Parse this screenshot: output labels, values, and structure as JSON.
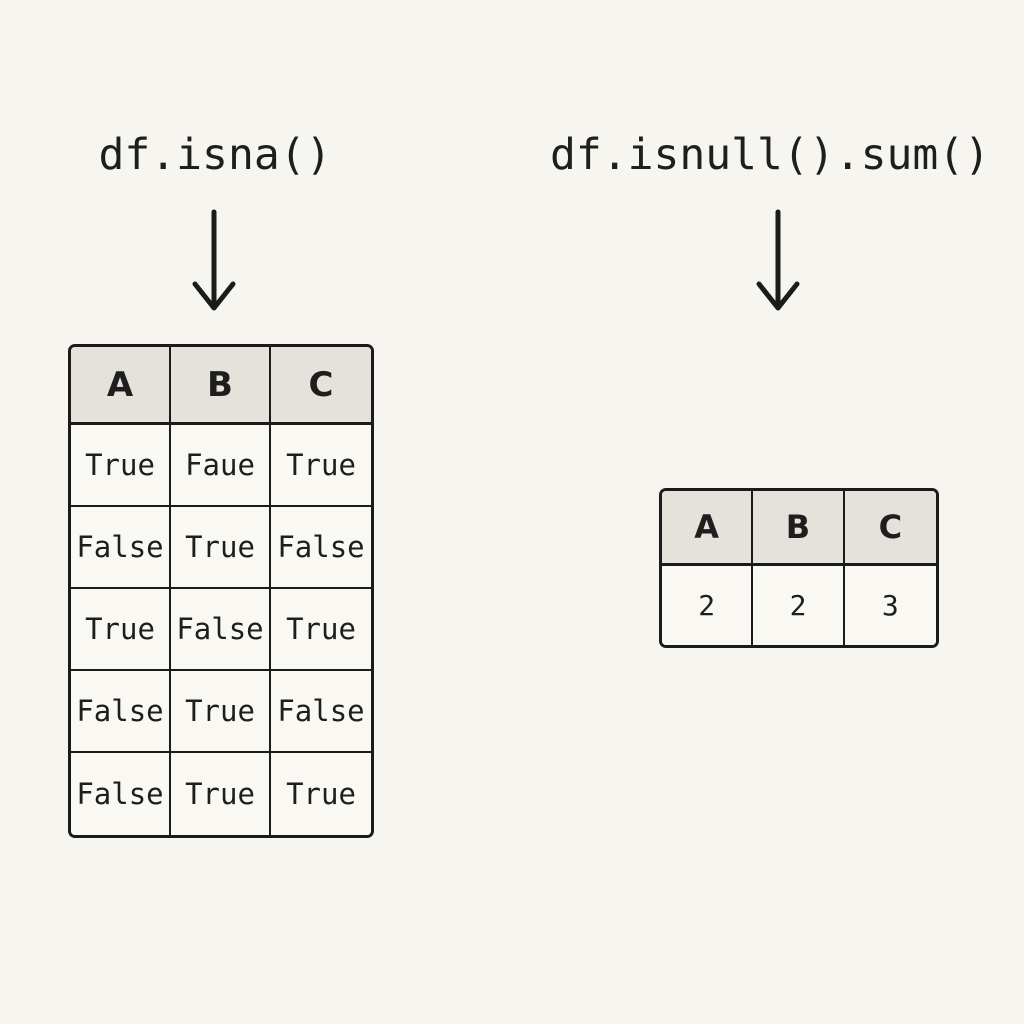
{
  "theme": {
    "bg": "#f7f5ef",
    "header_bg": "#e4e2db",
    "cell_bg": "#f9f8f2",
    "line": "#1b1b1b",
    "text": "#1e1e1e"
  },
  "left_panel": {
    "title": "df.isna()",
    "arrow_icon": "down-arrow",
    "table": {
      "headers": [
        "A",
        "B",
        "C"
      ],
      "rows": [
        [
          "True",
          "Faue",
          "True"
        ],
        [
          "False",
          "True",
          "False"
        ],
        [
          "True",
          "False",
          "True"
        ],
        [
          "False",
          "True",
          "False"
        ],
        [
          "False",
          "True",
          "True"
        ]
      ]
    }
  },
  "right_panel": {
    "title": "df.isnull().sum()",
    "arrow_icon": "down-arrow",
    "table": {
      "headers": [
        "A",
        "B",
        "C"
      ],
      "rows": [
        [
          "2",
          "2",
          "3"
        ]
      ]
    }
  }
}
